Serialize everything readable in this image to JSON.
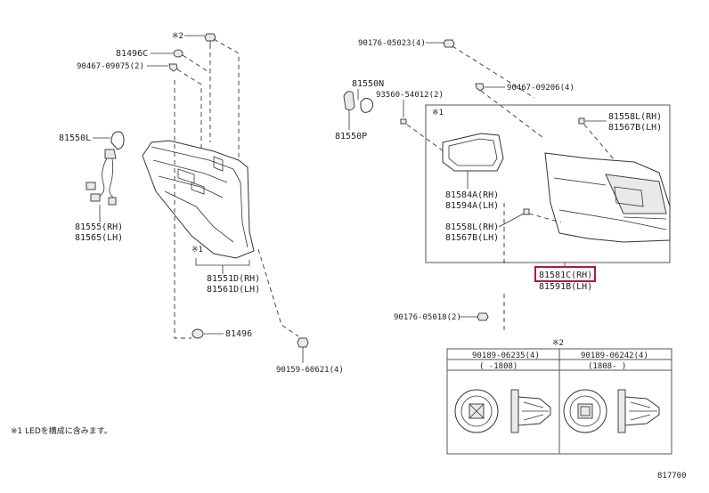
{
  "labels": {
    "clip_note_top": "※2",
    "p81496c": "81496C",
    "p90467_09075": "90467-09075(2)",
    "p81550l": "81550L",
    "p81555": "81555(RH)",
    "p81565": "81565(LH)",
    "note1_left": "※1",
    "p81551d": "81551D(RH)",
    "p81561d": "81561D(LH)",
    "p81496": "81496",
    "p90159": "90159-60621(4)",
    "p90176_05023": "90176-05023(4)",
    "p81550n": "81550N",
    "p93560": "93560-54012(2)",
    "p81550p": "81550P",
    "p90467_09206": "90467-09206(4)",
    "note1_box": "※1",
    "p81558l_top": "81558L(RH)",
    "p81567b_top": "81567B(LH)",
    "p81584a": "81584A(RH)",
    "p81594a": "81594A(LH)",
    "p81558l_mid": "81558L(RH)",
    "p81567b_mid": "81567B(LH)",
    "p81581c": "81581C(RH)",
    "p81591b": "81591B(LH)",
    "p90176_05018": "90176-05018(2)",
    "clip_note_bottom": "※2",
    "clip_a_part": "90189-06235(4)",
    "clip_a_range": "(     -1808)",
    "clip_b_part": "90189-06242(4)",
    "clip_b_range": "(1808-     )",
    "footnote": "※1 LEDを構成に含みます。",
    "diagram_code": "817700"
  },
  "highlight_color": "#b0174a"
}
